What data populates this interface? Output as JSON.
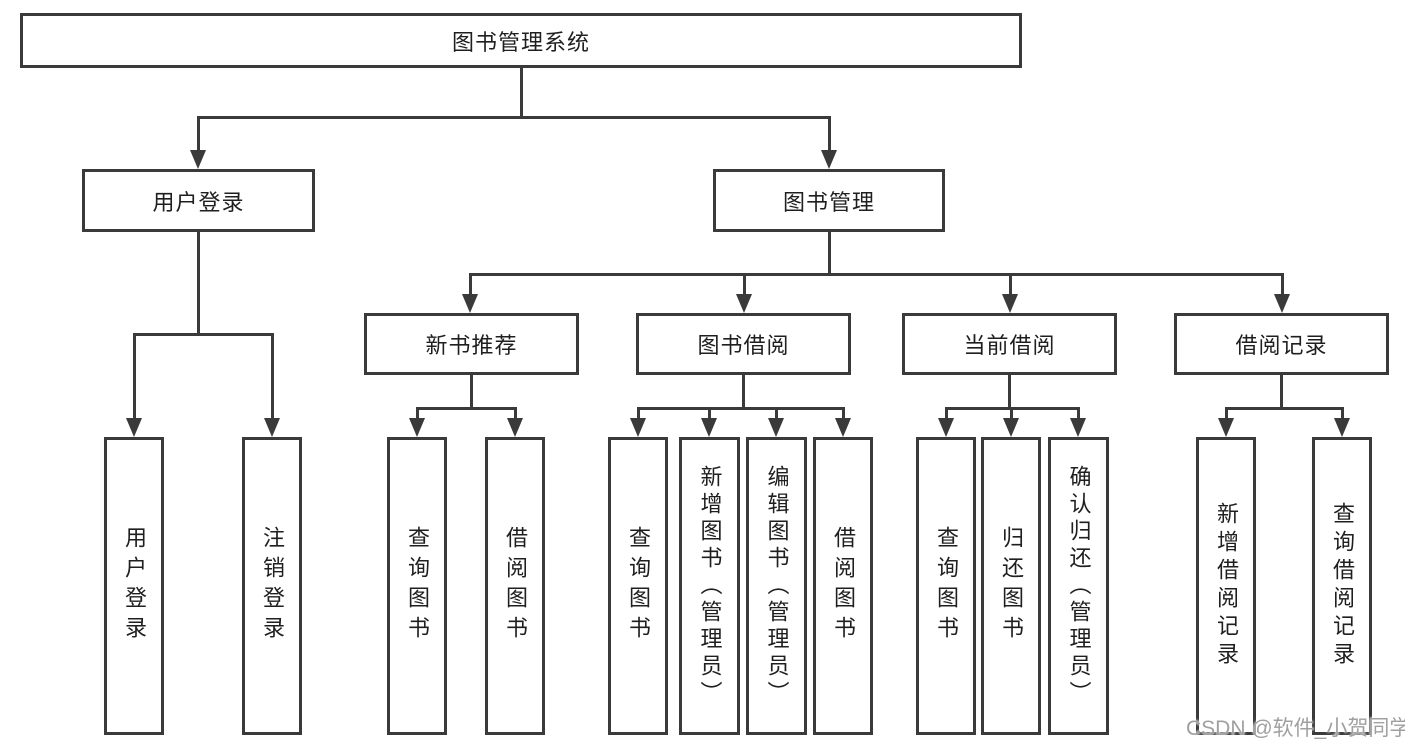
{
  "diagram": {
    "type": "hierarchy-tree",
    "title": "图书管理系统"
  },
  "nodes": {
    "root": {
      "label": "图书管理系统"
    },
    "user_login": {
      "label": "用户登录"
    },
    "book_mgmt": {
      "label": "图书管理"
    },
    "login_leaf": {
      "label": "用户登录"
    },
    "logout_leaf": {
      "label": "注销登录"
    },
    "new_book_rec": {
      "label": "新书推荐"
    },
    "book_borrow": {
      "label": "图书借阅"
    },
    "current_borrow": {
      "label": "当前借阅"
    },
    "borrow_record": {
      "label": "借阅记录"
    },
    "nbr_query": {
      "label": "查询图书"
    },
    "nbr_borrow": {
      "label": "借阅图书"
    },
    "bb_query": {
      "label": "查询图书"
    },
    "bb_add": {
      "label": "新增图书（管理员）"
    },
    "bb_edit": {
      "label": "编辑图书（管理员）"
    },
    "bb_borrow": {
      "label": "借阅图书"
    },
    "cb_query": {
      "label": "查询图书"
    },
    "cb_return": {
      "label": "归还图书"
    },
    "cb_confirm": {
      "label": "确认归还（管理员）"
    },
    "br_add": {
      "label": "新增借阅记录"
    },
    "br_query": {
      "label": "查询借阅记录"
    }
  },
  "watermark": "CSDN @软件_小贺同学",
  "colors": {
    "line": "#3a3a3a",
    "text": "#1f1f1f",
    "watermark": "#a0a0a0",
    "background": "#ffffff"
  }
}
